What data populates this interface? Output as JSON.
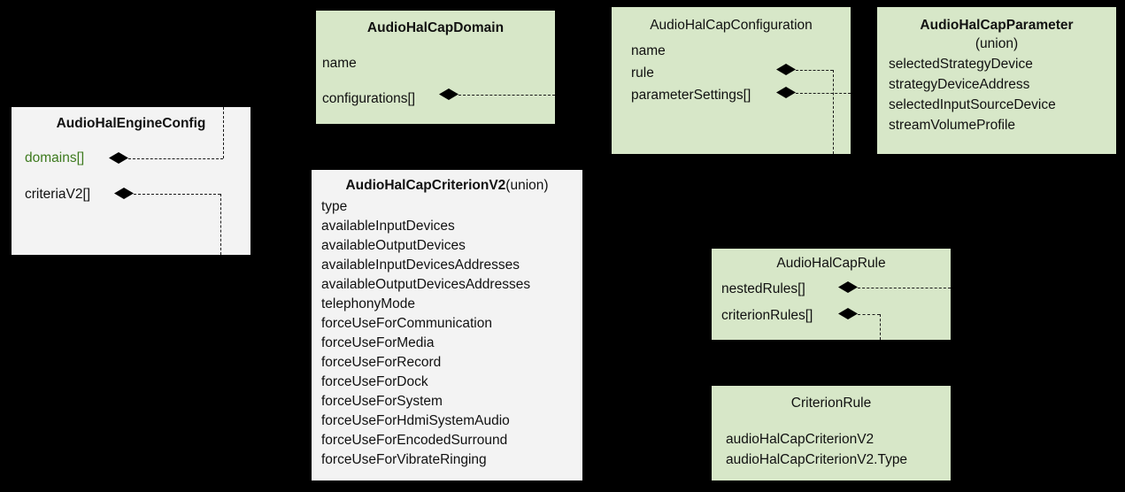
{
  "diagram": {
    "background_color": "#000000",
    "box_fill_green": "#d7e7c8",
    "box_fill_grey": "#f3f3f3",
    "accent_green_text": "#3d7a1e",
    "connector_style": "dashed-composition"
  },
  "boxes": {
    "engine_config": {
      "title": "AudioHalEngineConfig",
      "fields": [
        {
          "label": "domains[]",
          "color": "#3d7a1e",
          "composition": true
        },
        {
          "label": "criteriaV2[]",
          "color": "#111111",
          "composition": true
        }
      ]
    },
    "cap_domain": {
      "title": "AudioHalCapDomain",
      "fields": [
        {
          "label": "name",
          "composition": false
        },
        {
          "label": "configurations[]",
          "composition": true
        }
      ]
    },
    "cap_configuration": {
      "title": "AudioHalCapConfiguration",
      "fields": [
        {
          "label": "name",
          "composition": false
        },
        {
          "label": "rule",
          "composition": true
        },
        {
          "label": "parameterSettings[]",
          "composition": true
        }
      ]
    },
    "cap_parameter": {
      "title": "AudioHalCapParameter",
      "subtitle": "(union)",
      "fields": [
        {
          "label": "selectedStrategyDevice"
        },
        {
          "label": "strategyDeviceAddress"
        },
        {
          "label": "selectedInputSourceDevice"
        },
        {
          "label": "streamVolumeProfile"
        }
      ]
    },
    "cap_criterion_v2": {
      "title": " AudioHalCapCriterionV2",
      "title_suffix": "(union)",
      "fields": [
        {
          "label": "type"
        },
        {
          "label": "availableInputDevices"
        },
        {
          "label": "availableOutputDevices"
        },
        {
          "label": "availableInputDevicesAddresses"
        },
        {
          "label": "availableOutputDevicesAddresses"
        },
        {
          "label": "telephonyMode"
        },
        {
          "label": "forceUseForCommunication"
        },
        {
          "label": "forceUseForMedia"
        },
        {
          "label": "forceUseForRecord"
        },
        {
          "label": "forceUseForDock"
        },
        {
          "label": "forceUseForSystem"
        },
        {
          "label": "forceUseForHdmiSystemAudio"
        },
        {
          "label": "forceUseForEncodedSurround"
        },
        {
          "label": "forceUseForVibrateRinging"
        }
      ]
    },
    "cap_rule": {
      "title": "AudioHalCapRule",
      "fields": [
        {
          "label": "nestedRules[]",
          "composition": true
        },
        {
          "label": "criterionRules[]",
          "composition": true
        }
      ]
    },
    "criterion_rule": {
      "title": "CriterionRule",
      "fields": [
        {
          "label": "audioHalCapCriterionV2"
        },
        {
          "label": "audioHalCapCriterionV2.Type"
        }
      ]
    }
  }
}
